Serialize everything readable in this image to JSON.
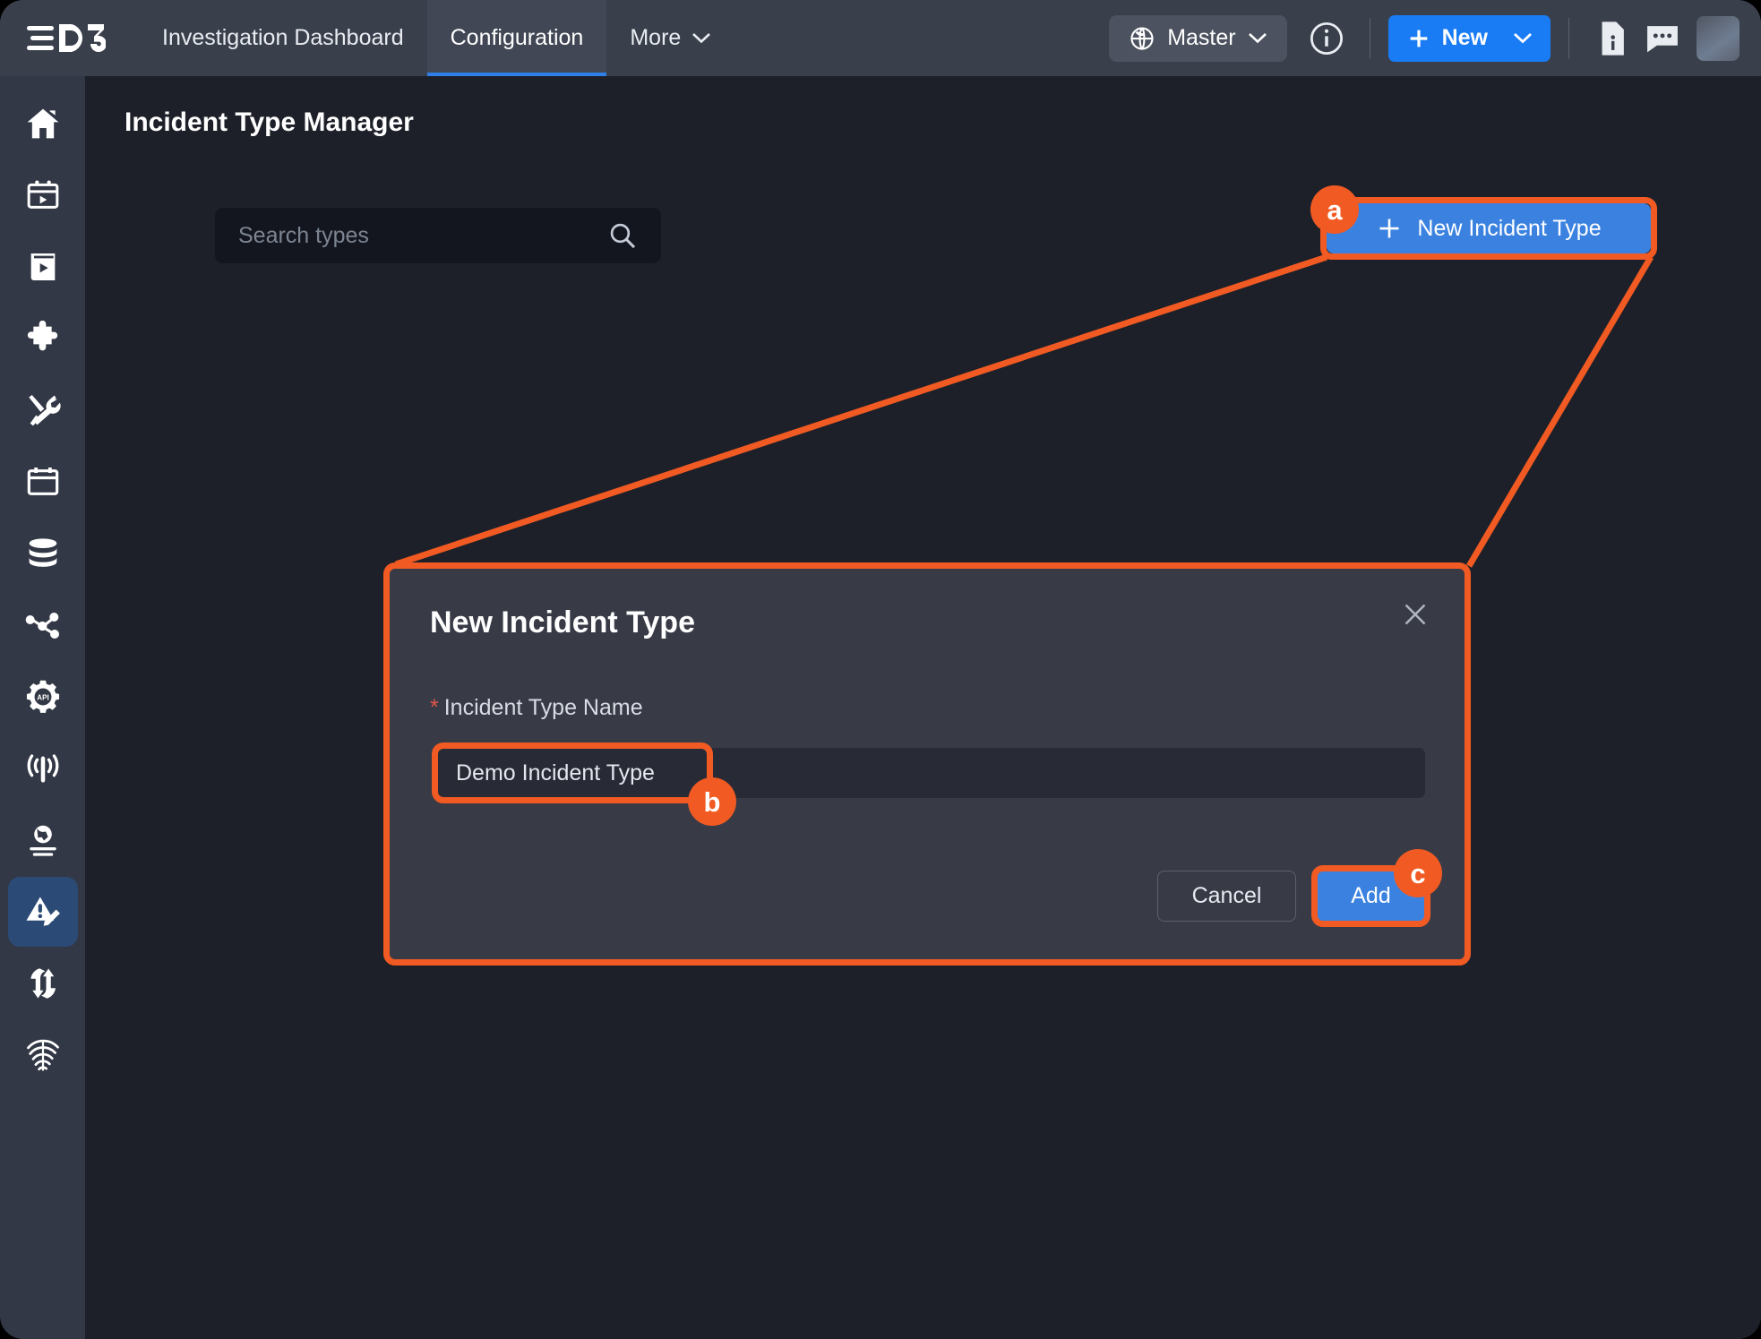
{
  "window": {
    "bg": "#1d2029"
  },
  "colors": {
    "accent_blue": "#3b82e0",
    "brand_blue": "#1a7cf5",
    "annotation_orange": "#f15a22",
    "sidebar_bg": "#323845",
    "topbar_bg": "#393f4b",
    "modal_bg": "#383b46",
    "required_red": "#e0564b"
  },
  "topbar": {
    "logo_text": "D3",
    "logo_icon": "d3-logo-icon",
    "nav": [
      {
        "label": "Investigation Dashboard",
        "active": false,
        "has_caret": false
      },
      {
        "label": "Configuration",
        "active": true,
        "has_caret": false
      },
      {
        "label": "More",
        "active": false,
        "has_caret": true
      }
    ],
    "master_selector": {
      "label": "Master",
      "icon": "globe-icon",
      "caret": "chevron-down-icon"
    },
    "info_icon": "info-circle-icon",
    "new_button": {
      "label": "New",
      "plus": "plus-icon",
      "caret": "chevron-down-icon"
    },
    "doc_icon": "document-info-icon",
    "chat_icon": "chat-bubble-icon",
    "avatar": "user-avatar"
  },
  "sidebar": {
    "items": [
      {
        "icon": "home-icon",
        "active": false
      },
      {
        "icon": "playbook-calendar-icon",
        "active": false
      },
      {
        "icon": "playbook-book-icon",
        "active": false
      },
      {
        "icon": "puzzle-integration-icon",
        "active": false
      },
      {
        "icon": "tools-utility-icon",
        "active": false
      },
      {
        "icon": "calendar-icon",
        "active": false
      },
      {
        "icon": "database-icon",
        "active": false
      },
      {
        "icon": "nodes-network-icon",
        "active": false
      },
      {
        "icon": "api-gear-icon",
        "active": false
      },
      {
        "icon": "broadcast-signal-icon",
        "active": false
      },
      {
        "icon": "global-list-icon",
        "active": false
      },
      {
        "icon": "incident-type-edit-icon",
        "active": true
      },
      {
        "icon": "sync-exchange-icon",
        "active": false
      },
      {
        "icon": "fingerprint-icon",
        "active": false
      }
    ]
  },
  "page": {
    "title": "Incident Type Manager",
    "search": {
      "placeholder": "Search types",
      "value": "",
      "icon": "search-icon"
    },
    "new_incident_type_button": {
      "label": "New Incident Type",
      "plus": "plus-icon"
    }
  },
  "modal": {
    "title": "New Incident Type",
    "close_icon": "close-icon",
    "field": {
      "label": "Incident Type Name",
      "required_marker": "*",
      "value": "Demo Incident Type",
      "placeholder": ""
    },
    "cancel_label": "Cancel",
    "add_label": "Add"
  },
  "annotations": [
    {
      "id": "a",
      "label": "a",
      "target": "new-incident-type-button"
    },
    {
      "id": "b",
      "label": "b",
      "target": "incident-type-name-input"
    },
    {
      "id": "c",
      "label": "c",
      "target": "add-button"
    }
  ]
}
